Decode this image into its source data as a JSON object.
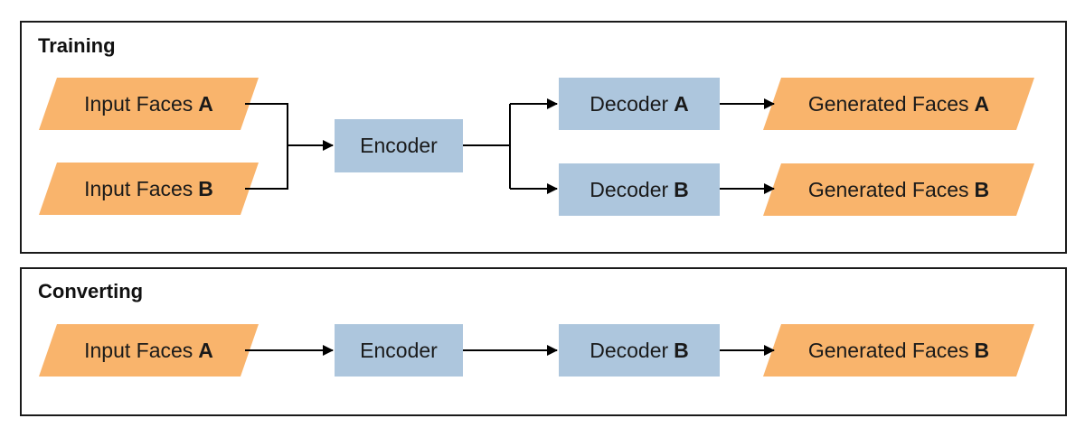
{
  "training": {
    "title": "Training",
    "input_a": {
      "text": "Input Faces",
      "letter": "A"
    },
    "input_b": {
      "text": "Input Faces",
      "letter": "B"
    },
    "encoder": "Encoder",
    "decoder_a": {
      "text": "Decoder",
      "letter": "A"
    },
    "decoder_b": {
      "text": "Decoder",
      "letter": "B"
    },
    "generated_a": {
      "text": "Generated Faces",
      "letter": "A"
    },
    "generated_b": {
      "text": "Generated Faces",
      "letter": "B"
    }
  },
  "converting": {
    "title": "Converting",
    "input_a": {
      "text": "Input Faces",
      "letter": "A"
    },
    "encoder": "Encoder",
    "decoder_b": {
      "text": "Decoder",
      "letter": "B"
    },
    "generated_b": {
      "text": "Generated Faces",
      "letter": "B"
    }
  },
  "colors": {
    "data_node": "#f9b46c",
    "process_node": "#adc6dd",
    "edge": "#000000"
  }
}
